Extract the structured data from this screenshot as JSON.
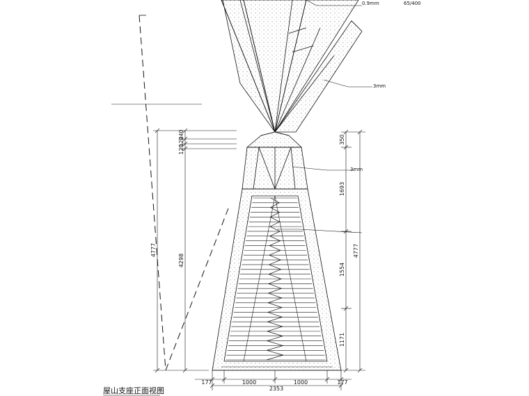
{
  "drawing": {
    "title": "屋山支座正面视图",
    "notes": {
      "top_right": "0.9mm",
      "top_right_suffix": "65/400",
      "upper_panel": "3mm",
      "left_note": "",
      "middle_panel": "3mm",
      "cross_brace": ""
    },
    "dims_right": {
      "d350": "350",
      "d1693": "1693",
      "d1554": "1554",
      "d1171": "1171",
      "total": "4777"
    },
    "dims_left": {
      "d240": "240",
      "d120a": "120",
      "d120b": "120",
      "d4298": "4298",
      "d4777": "4777"
    },
    "dims_bottom": {
      "left177": "177",
      "left1000": "1000",
      "right1000": "1000",
      "right177": "177",
      "total": "2353"
    }
  }
}
